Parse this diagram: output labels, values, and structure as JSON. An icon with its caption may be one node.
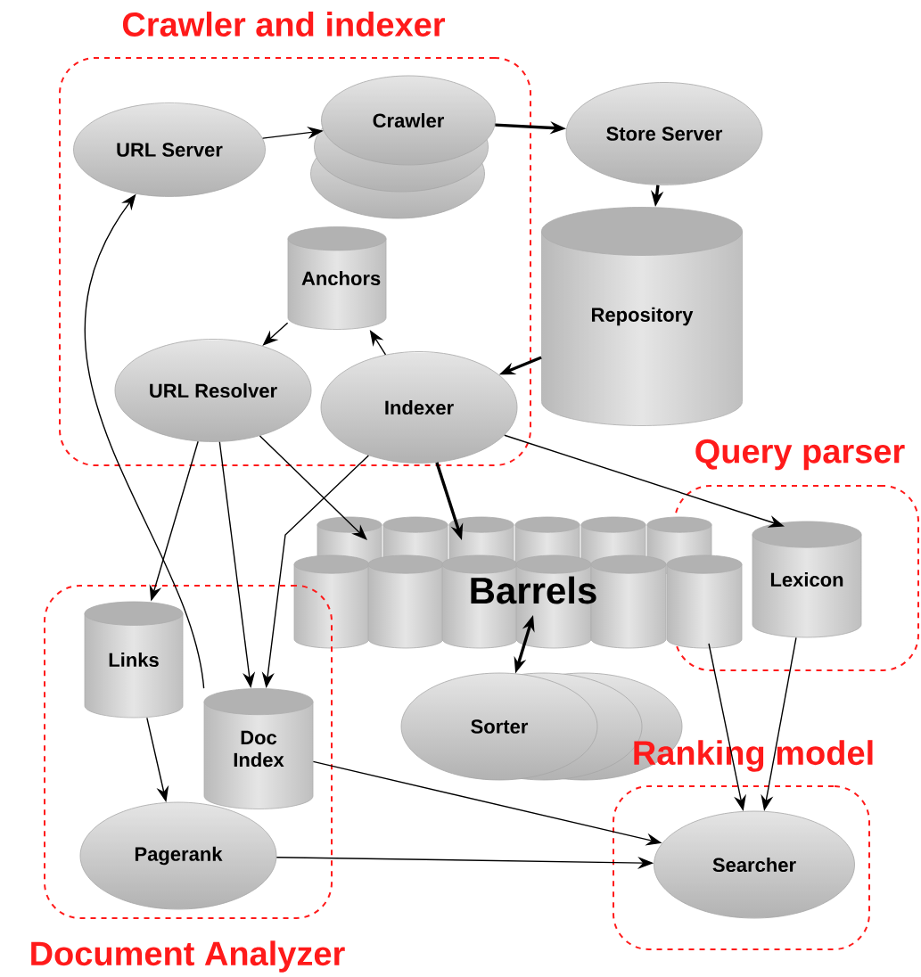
{
  "diagram": {
    "nodes": [
      {
        "text": [
          "Crawler and indexer"
        ]
      },
      {
        "text": [
          "URL Server"
        ],
        "in": 0
      },
      {
        "text": [
          "Crawler"
        ],
        "in": 0
      },
      {
        "text": [
          "Store Server"
        ]
      },
      {
        "text": [
          "Anchors"
        ],
        "in": 0
      },
      {
        "text": [
          "Repository"
        ]
      },
      {
        "text": [
          "URL Resolver"
        ],
        "in": 0
      },
      {
        "text": [
          "Indexer"
        ],
        "in": 0
      },
      {
        "text": [
          "Query parser"
        ]
      },
      {
        "text": [
          "Barrels"
        ]
      },
      {
        "text": [
          "Lexicon"
        ],
        "in": 8
      },
      {
        "text": [
          "Document Analyzer"
        ]
      },
      {
        "text": [
          "Links"
        ],
        "in": 11
      },
      {
        "text": [
          "Doc Index"
        ],
        "in": 11
      },
      {
        "text": [
          "Sorter"
        ]
      },
      {
        "text": [
          "Pagerank"
        ],
        "in": 11
      },
      {
        "text": [
          "Ranking model"
        ]
      },
      {
        "text": [
          "Searcher"
        ],
        "in": 16
      }
    ],
    "edges": [
      {
        "from": 1,
        "to": 2,
        "arrow": "to"
      },
      {
        "from": 2,
        "to": 3,
        "arrow": "to",
        "style": "thick"
      },
      {
        "from": 3,
        "to": 5,
        "arrow": "to",
        "style": "thick"
      },
      {
        "from": 5,
        "to": 7,
        "arrow": "to",
        "style": "thick"
      },
      {
        "from": 7,
        "to": 4,
        "arrow": "to"
      },
      {
        "from": 4,
        "to": 6,
        "arrow": "to"
      },
      {
        "from": 13,
        "to": 1,
        "arrow": "to"
      },
      {
        "from": 6,
        "to": 12,
        "arrow": "to"
      },
      {
        "from": 6,
        "to": 13,
        "arrow": "to"
      },
      {
        "from": 6,
        "to": 9,
        "arrow": "to"
      },
      {
        "from": 7,
        "to": 13,
        "arrow": "to"
      },
      {
        "from": 7,
        "to": 9,
        "arrow": "to",
        "style": "thick"
      },
      {
        "from": 7,
        "to": 10,
        "arrow": "to"
      },
      {
        "from": 9,
        "to": 14,
        "arrow": "both",
        "style": "thick"
      },
      {
        "from": 9,
        "to": 17,
        "arrow": "to"
      },
      {
        "from": 10,
        "to": 17,
        "arrow": "to"
      },
      {
        "from": 12,
        "to": 15,
        "arrow": "to"
      },
      {
        "from": 13,
        "to": 17,
        "arrow": "to"
      },
      {
        "from": 15,
        "to": 17,
        "arrow": "to"
      }
    ]
  }
}
